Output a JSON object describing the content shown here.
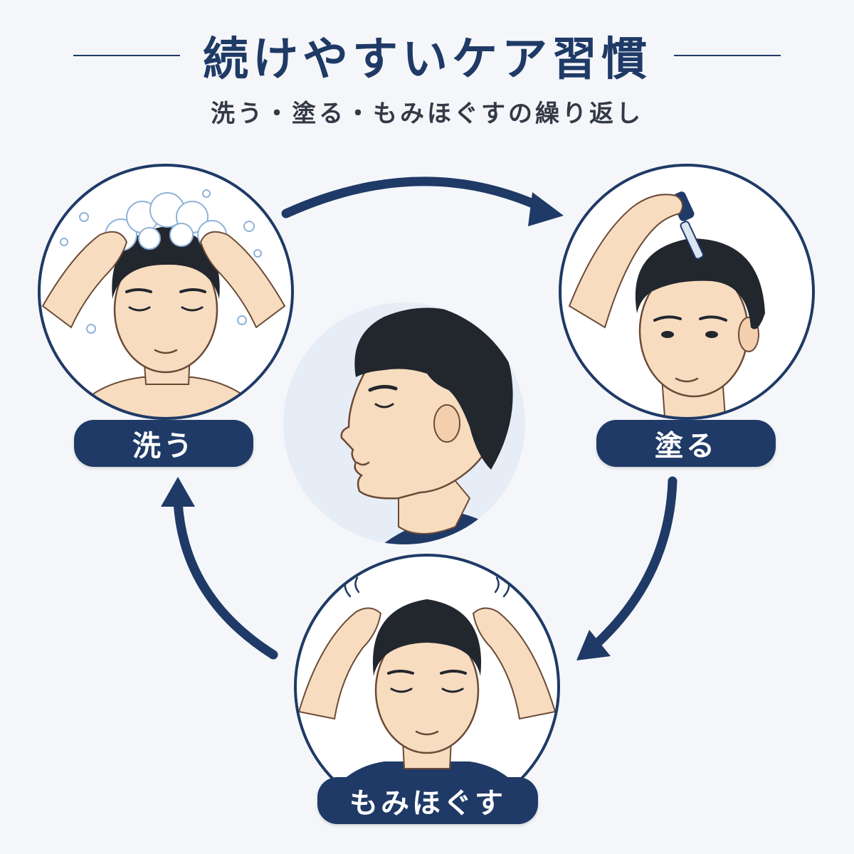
{
  "header": {
    "title": "続けやすいケア習慣",
    "subtitle": "洗う・塗る・もみほぐすの繰り返し"
  },
  "steps": [
    {
      "id": "wash",
      "label": "洗う",
      "illustration": "man-shampooing-hair-icon"
    },
    {
      "id": "apply",
      "label": "塗る",
      "illustration": "man-applying-scalp-serum-dropper-icon"
    },
    {
      "id": "massage",
      "label": "もみほぐす",
      "illustration": "man-massaging-scalp-icon"
    }
  ],
  "center": {
    "illustration": "man-profile-with-healthy-hair-icon"
  },
  "colors": {
    "navy": "#1f3a66",
    "background": "#f5f6f9",
    "center_circle": "#e6edf6",
    "skin": "#f7dcc0",
    "hair": "#22262d",
    "foam": "#ffffff"
  }
}
